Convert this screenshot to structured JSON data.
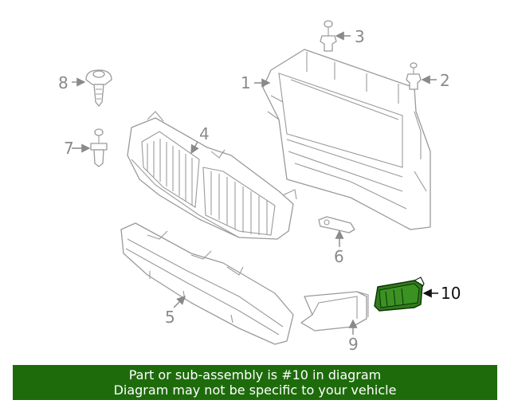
{
  "diagram": {
    "callouts": {
      "c1": "1",
      "c2": "2",
      "c3": "3",
      "c4": "4",
      "c5": "5",
      "c6": "6",
      "c7": "7",
      "c8": "8",
      "c9": "9",
      "c10": "10"
    },
    "highlighted_part": "10",
    "highlight_color": "#2f7d1a"
  },
  "banner": {
    "line1": "Part or sub-assembly is #10 in diagram",
    "line2": "Diagram may not be specific to your vehicle",
    "background": "#1e6b0c"
  }
}
